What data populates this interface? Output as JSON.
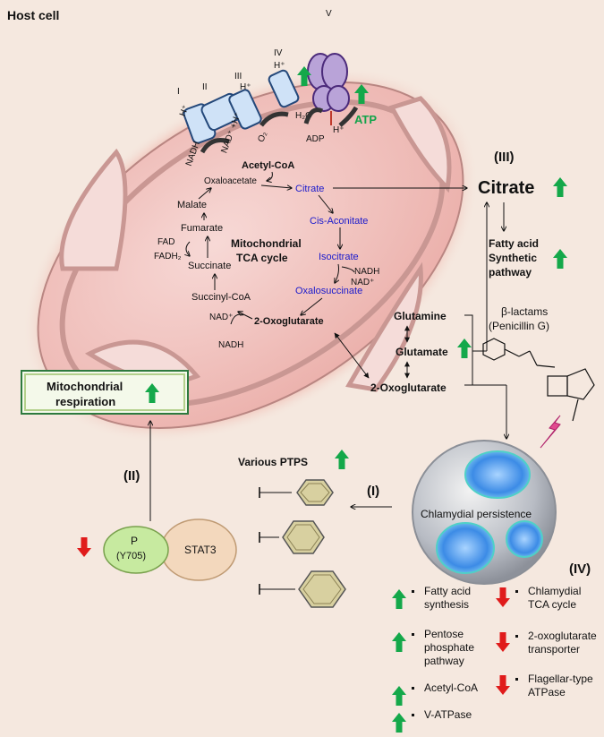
{
  "host_cell_label": "Host cell",
  "etc": {
    "complex_I": "I",
    "complex_II": "II",
    "complex_III": "III",
    "complex_IV": "IV",
    "complex_V": "V",
    "h_plus": "H⁺",
    "nadh": "NADH",
    "nad_h": "NAD⁺ +H⁺",
    "o2": "O₂",
    "h2o": "H₂O",
    "adp": "ADP",
    "atp": "ATP"
  },
  "tca": {
    "acetyl_coa": "Acetyl-CoA",
    "oxaloacetate": "Oxaloacetate",
    "citrate": "Citrate",
    "cis_aconitate": "Cis-Aconitate",
    "isocitrate": "Isocitrate",
    "nadh": "NADH",
    "nad_plus": "NAD⁺",
    "oxalosuccinate": "Oxalosuccinate",
    "two_oxoglutarate": "2-Oxoglutarate",
    "succinyl_coa": "Succinyl-CoA",
    "succinate": "Succinate",
    "fumarate": "Fumarate",
    "malate": "Malate",
    "fad": "FAD",
    "fadh2": "FADH₂",
    "cycle_name_line1": "Mitochondrial",
    "cycle_name_line2": "TCA cycle"
  },
  "stage_III": {
    "label": "(III)",
    "citrate": "Citrate",
    "fas_line1": "Fatty acid",
    "fas_line2": "Synthetic",
    "fas_line3": "pathway",
    "glutamine": "Glutamine",
    "glutamate": "Glutamate",
    "oxoglutarate": "2-Oxoglutarate"
  },
  "antibiotic": {
    "name": "β-lactams",
    "example": "(Penicillin G)"
  },
  "mito_resp": {
    "line1": "Mitochondrial",
    "line2": "respiration"
  },
  "stage_II": {
    "label": "(II)",
    "p_label": "P",
    "p_site": "(Y705)",
    "stat3": "STAT3"
  },
  "stage_I": {
    "label": "(I)",
    "ptps": "Various PTPS"
  },
  "persistence": {
    "label": "Chlamydial persistence",
    "stage_label": "(IV)"
  },
  "up_list": [
    "Fatty acid synthesis",
    "Pentose phosphate pathway",
    "Acetyl-CoA",
    "V-ATPase"
  ],
  "up_list_lines": [
    [
      "Fatty acid",
      "synthesis"
    ],
    [
      "Pentose",
      "phosphate",
      "pathway"
    ],
    [
      "Acetyl-CoA"
    ],
    [
      "V-ATPase"
    ]
  ],
  "down_list": [
    "Chlamydial TCA cycle",
    "2-oxoglutarate transporter",
    "Flagellar-type ATPase"
  ],
  "down_list_lines": [
    [
      "Chlamydial",
      "TCA cycle"
    ],
    [
      "2-oxoglutarate",
      "transporter"
    ],
    [
      "Flagellar-type",
      "ATPase"
    ]
  ],
  "colors": {
    "up_arrow": "#14a84a",
    "down_arrow": "#e01b1b",
    "tca_intermediate": "#1a1acc",
    "background": "#f5e8df",
    "mitochondrion": "#f2c4c0"
  }
}
